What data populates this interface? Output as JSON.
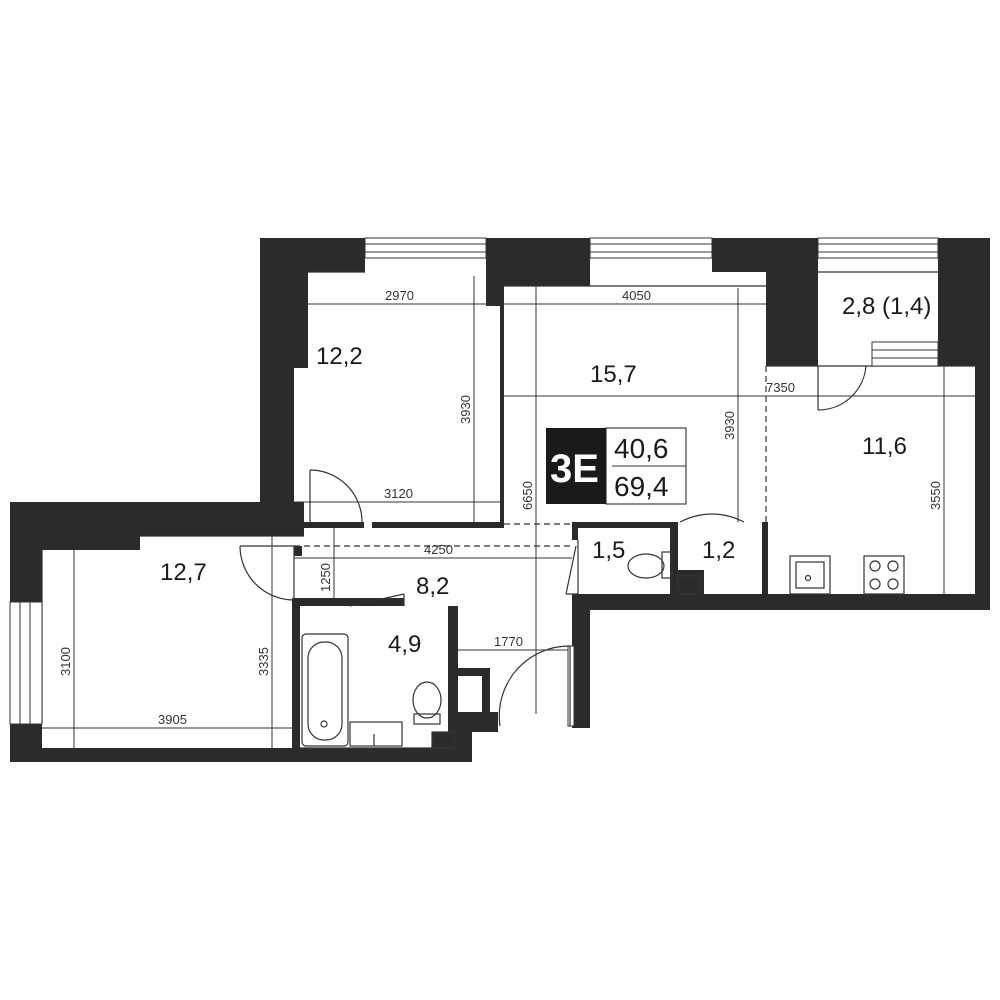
{
  "colors": {
    "wall": "#2b2b2b",
    "line": "#333333",
    "background": "#ffffff",
    "badge": "#1a1a1a"
  },
  "badge": {
    "type": "3E",
    "living_area": "40,6",
    "total_area": "69,4"
  },
  "rooms": {
    "bedroom_top": "12,2",
    "living": "15,7",
    "balcony": "2,8 (1,4)",
    "kitchen": "11,6",
    "bedroom_left": "12,7",
    "hall": "8,2",
    "bathroom": "4,9",
    "wc": "1,5",
    "storage": "1,2"
  },
  "dimensions": {
    "d2970": "2970",
    "d4050": "4050",
    "d3930_a": "3930",
    "d3930_b": "3930",
    "d7350": "7350",
    "d3550": "3550",
    "d3120": "3120",
    "d6650": "6650",
    "d4250": "4250",
    "d1250": "1250",
    "d3100": "3100",
    "d3335": "3335",
    "d3905": "3905",
    "d1770": "1770"
  }
}
